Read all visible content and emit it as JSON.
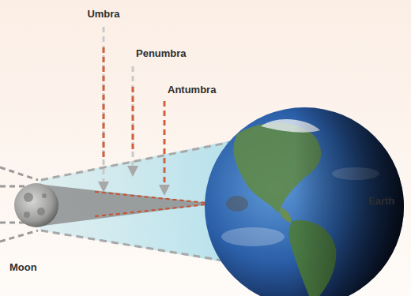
{
  "diagram": {
    "labels": [
      "Umbra",
      "Penumbra",
      "Antumbra",
      "Earth",
      "Moon"
    ]
  }
}
